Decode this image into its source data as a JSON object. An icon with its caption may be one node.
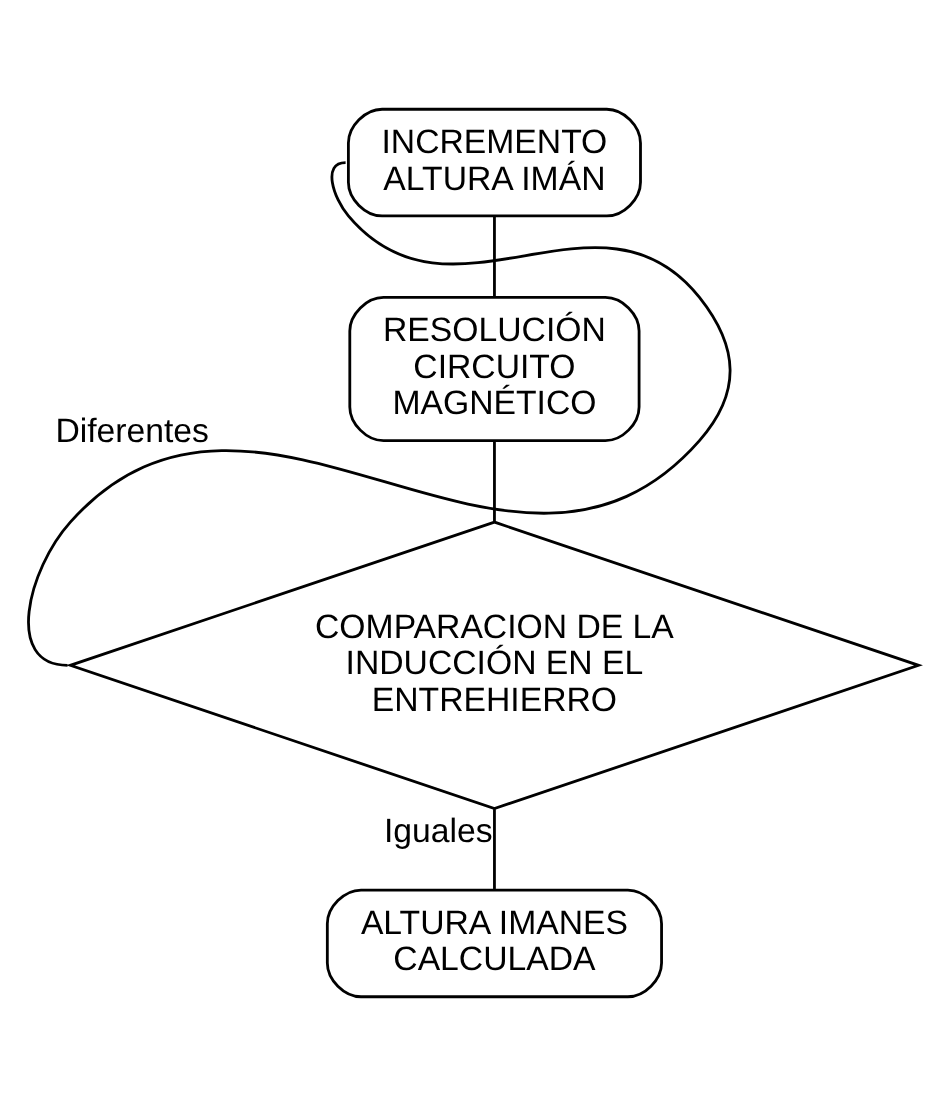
{
  "diagram": {
    "nodes": [
      {
        "text": [
          "INCREMENTO ALTURA IMÁN"
        ]
      },
      {
        "text": [
          "RESOLUCIÓN CIRCUITO MAGNÉTICO"
        ]
      },
      {
        "text": [
          "COMPARACION DE LA INDUCCIÓN EN EL ENTREHIERRO"
        ]
      },
      {
        "text": [
          "ALTURA IMANES CALCULADA"
        ]
      }
    ],
    "edges": [
      {
        "from": 0,
        "to": 1,
        "arrow": "none"
      },
      {
        "from": 1,
        "to": 2,
        "arrow": "none"
      },
      {
        "from": 2,
        "to": 3,
        "arrow": "none",
        "label": "Iguales"
      },
      {
        "from": 2,
        "to": 0,
        "arrow": "none",
        "label": "Diferentes"
      }
    ]
  }
}
